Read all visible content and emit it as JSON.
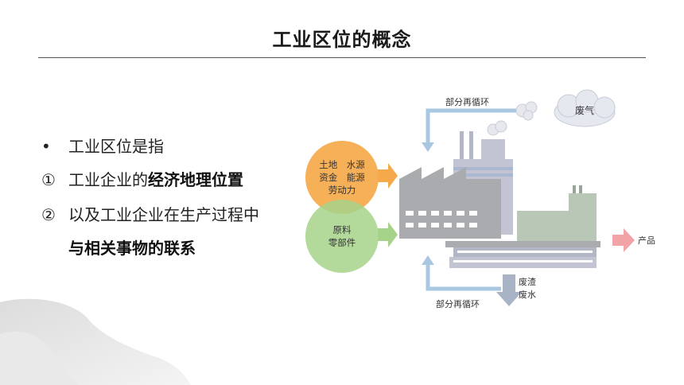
{
  "slide": {
    "title": "工业区位的概念",
    "bullet_mark": "•",
    "line1": "工业区位是指",
    "line2_num": "①",
    "line2_prefix": "工业企业的",
    "line2_emph": "经济地理位置",
    "line3_num": "②",
    "line3_text": "以及工业企业在生产过程中",
    "line4_emph": "与相关事物的联系"
  },
  "diagram": {
    "recycle_top": "部分再循环",
    "exhaust_gas": "废气",
    "input1_line1": "土地　水源",
    "input1_line2": "资金　能源",
    "input1_line3": "劳动力",
    "input2_line1": "原料",
    "input2_line2": "零部件",
    "product": "产品",
    "waste_line1": "废渣",
    "waste_line2": "废水",
    "recycle_bottom": "部分再循环"
  },
  "colors": {
    "orange": "#f5a94a",
    "green": "#a6d38a",
    "factory": "#a9abae",
    "recycle_arrow": "#aac7e2",
    "product_arrow": "#f2a3a8"
  }
}
